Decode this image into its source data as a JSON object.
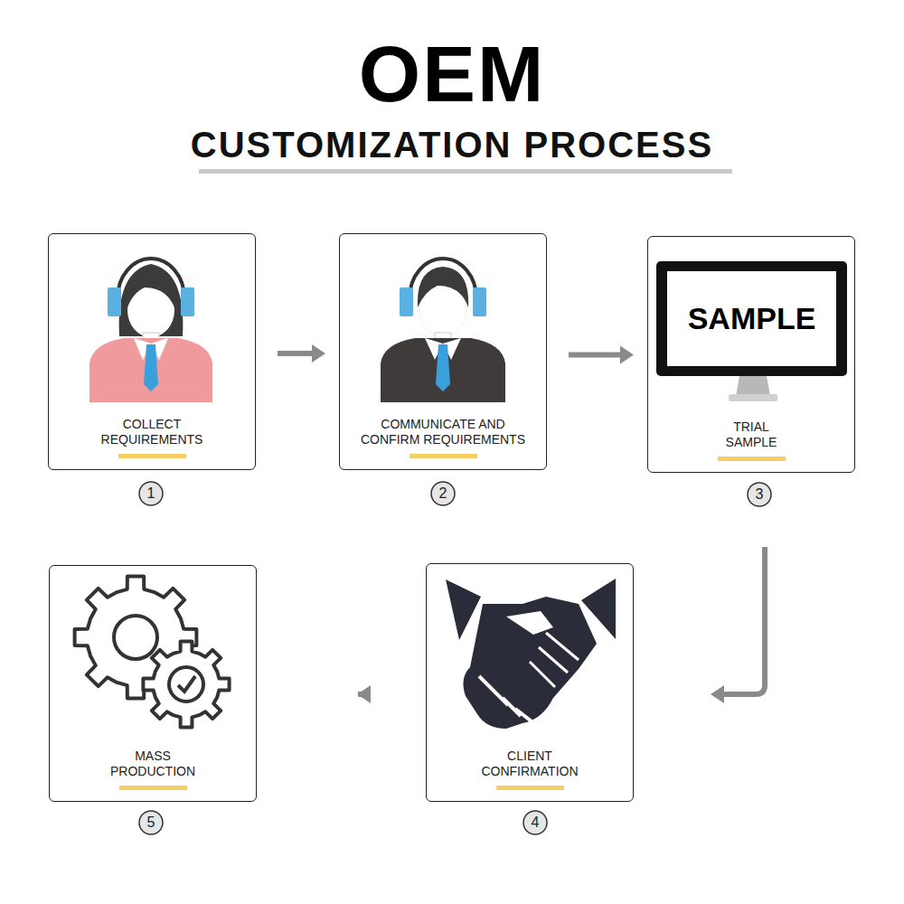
{
  "diagram": {
    "title": "OEM",
    "nodes": [
      {
        "text": [
          "COLLECT REQUIREMENTS"
        ]
      },
      {
        "text": [
          "COMMUNICATE AND CONFIRM REQUIREMENTS"
        ]
      },
      {
        "text": [
          "TRIAL SAMPLE"
        ]
      },
      {
        "text": [
          "CLIENT CONFIRMATION"
        ]
      },
      {
        "text": [
          "MASS PRODUCTION"
        ]
      }
    ],
    "edges": [
      {
        "from": 0,
        "to": 1,
        "arrow": "to"
      },
      {
        "from": 1,
        "to": 2,
        "arrow": "to"
      },
      {
        "from": 2,
        "to": 3,
        "arrow": "to"
      },
      {
        "from": 3,
        "to": 4,
        "arrow": "to"
      }
    ],
    "labels": [
      "CUSTOMIZATION PROCESS",
      "SAMPLE",
      "1",
      "2",
      "3",
      "4",
      "5"
    ]
  }
}
